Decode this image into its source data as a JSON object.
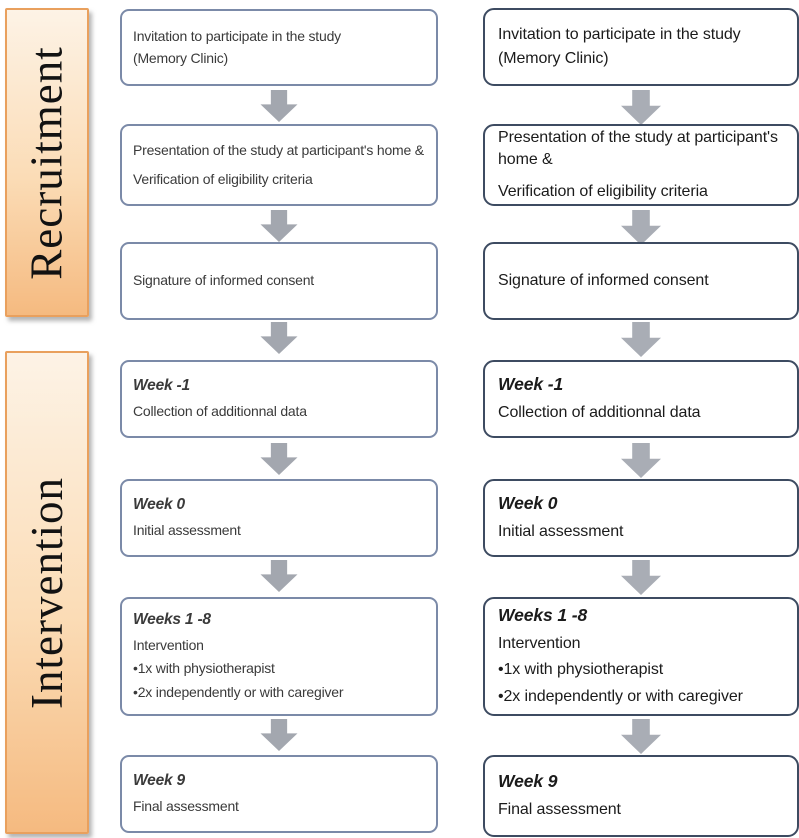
{
  "phases": [
    {
      "label": "Recruitment"
    },
    {
      "label": "Intervention"
    }
  ],
  "steps": [
    {
      "lines": [
        "Invitation to participate in the study",
        "(Memory Clinic)"
      ]
    },
    {
      "lines": [
        "Presentation of the study at participant's home &",
        "Verification of eligibility criteria"
      ]
    },
    {
      "lines": [
        "Signature of informed consent"
      ]
    },
    {
      "title": "Week -1",
      "lines": [
        "Collection of additionnal data"
      ]
    },
    {
      "title": "Week 0",
      "lines": [
        "Initial assessment"
      ]
    },
    {
      "title": "Weeks 1 -8",
      "lines": [
        "Intervention",
        "•1x with physiotherapist",
        "•2x independently or with caregiver"
      ]
    },
    {
      "title": "Week 9",
      "lines": [
        "Final assessment"
      ]
    }
  ],
  "colors": {
    "band_border": "#e9a05d",
    "band_gradient_top": "#fdf3e6",
    "band_gradient_bottom": "#f5ba80",
    "left_box_border": "#7b8aa8",
    "right_box_border": "#3d4b61",
    "arrow_fill": "#a9adb5"
  }
}
